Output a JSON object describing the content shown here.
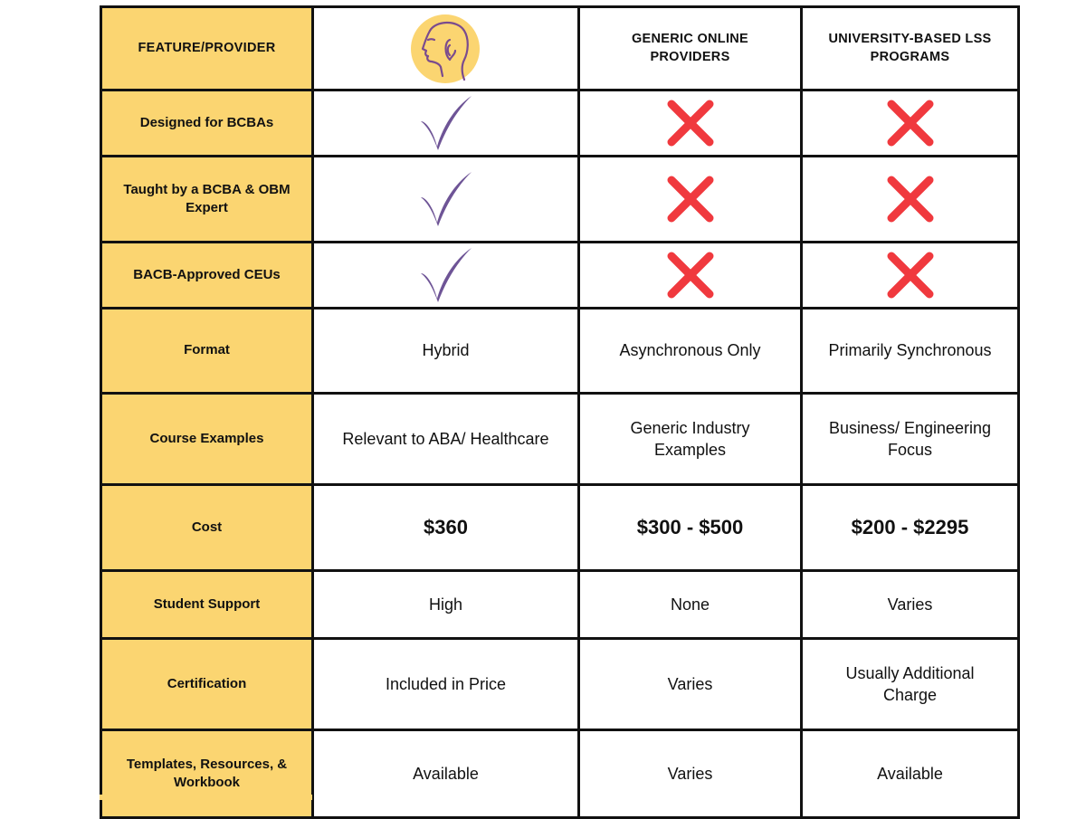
{
  "colors": {
    "label_fill": "#FBD571",
    "border": "#111111",
    "check": "#6E5496",
    "cross": "#F0393E",
    "logo_circle": "#FBD571"
  },
  "header": {
    "feature_label": "FEATURE/PROVIDER",
    "provider_logo_icon": "head-profile-icon",
    "col2": "GENERIC ONLINE PROVIDERS",
    "col3": "UNIVERSITY-BASED LSS PROGRAMS"
  },
  "rows": [
    {
      "label": "Designed for BCBAs",
      "c1": "check",
      "c2": "cross",
      "c3": "cross"
    },
    {
      "label": "Taught by a BCBA & OBM Expert",
      "c1": "check",
      "c2": "cross",
      "c3": "cross"
    },
    {
      "label": "BACB-Approved CEUs",
      "c1": "check",
      "c2": "cross",
      "c3": "cross"
    },
    {
      "label": "Format",
      "c1": "Hybrid",
      "c2": "Asynchronous Only",
      "c3": "Primarily Synchronous"
    },
    {
      "label": "Course Examples",
      "c1": "Relevant to ABA/ Healthcare",
      "c2": "Generic Industry Examples",
      "c3": "Business/ Engineering Focus"
    },
    {
      "label": "Cost",
      "c1": "$360",
      "c2": "$300 - $500",
      "c3": "$200 - $2295"
    },
    {
      "label": "Student Support",
      "c1": "High",
      "c2": "None",
      "c3": "Varies"
    },
    {
      "label": "Certification",
      "c1": "Included in Price",
      "c2": "Varies",
      "c3": "Usually Additional Charge"
    },
    {
      "label": "Templates, Resources, & Workbook",
      "c1": "Available",
      "c2": "Varies",
      "c3": "Available"
    }
  ]
}
